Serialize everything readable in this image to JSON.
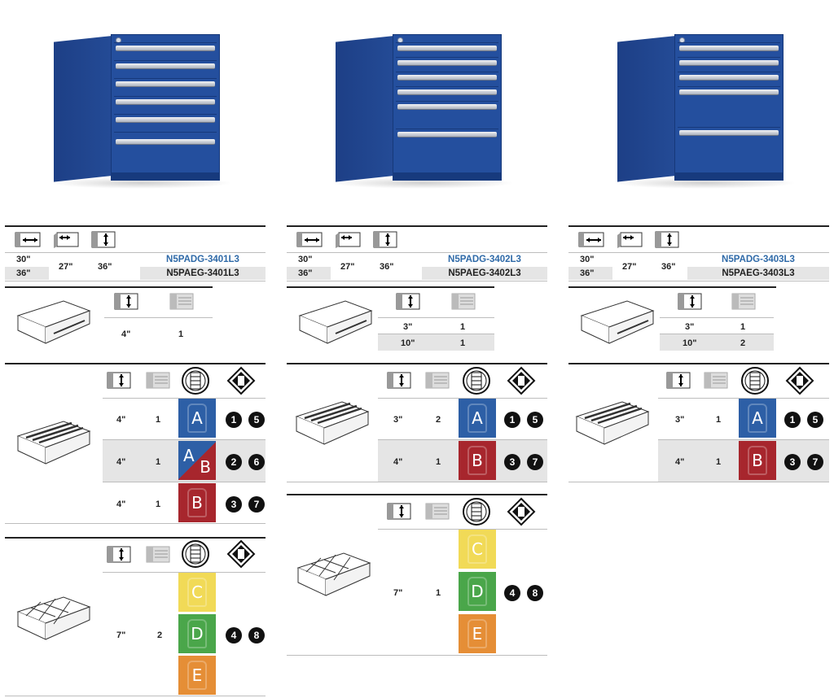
{
  "columns": [
    {
      "dims": {
        "w1": "30\"",
        "w2": "36\"",
        "d": "27\"",
        "h": "36\""
      },
      "part_primary": "N5PADG-3401L3",
      "part_secondary": "N5PAEG-3401L3",
      "drawer_table": {
        "rows": [
          {
            "height": "4\"",
            "qty": "1"
          }
        ]
      },
      "tray_blocks": [
        {
          "rows": [
            {
              "height": "4\"",
              "qty": "1",
              "tiles": [
                {
                  "color": "blue",
                  "letter": "A"
                }
              ],
              "nums": [
                "1",
                "5"
              ]
            },
            {
              "height": "4\"",
              "qty": "1",
              "tiles": [
                {
                  "color": "split",
                  "letter": "A",
                  "letter2": "B"
                }
              ],
              "nums": [
                "2",
                "6"
              ]
            },
            {
              "height": "4\"",
              "qty": "1",
              "tiles": [
                {
                  "color": "red",
                  "letter": "B"
                }
              ],
              "nums": [
                "3",
                "7"
              ]
            }
          ]
        },
        {
          "rows": [
            {
              "height": "7\"",
              "qty": "2",
              "tiles": [
                {
                  "color": "yellow",
                  "letter": "C"
                },
                {
                  "color": "green",
                  "letter": "D"
                },
                {
                  "color": "orange",
                  "letter": "E"
                }
              ],
              "nums": [
                "4",
                "8"
              ]
            }
          ]
        }
      ]
    },
    {
      "dims": {
        "w1": "30\"",
        "w2": "36\"",
        "d": "27\"",
        "h": "36\""
      },
      "part_primary": "N5PADG-3402L3",
      "part_secondary": "N5PAEG-3402L3",
      "drawer_table": {
        "rows": [
          {
            "height": "3\"",
            "qty": "1"
          },
          {
            "height": "10\"",
            "qty": "1"
          }
        ]
      },
      "tray_blocks": [
        {
          "rows": [
            {
              "height": "3\"",
              "qty": "2",
              "tiles": [
                {
                  "color": "blue",
                  "letter": "A"
                }
              ],
              "nums": [
                "1",
                "5"
              ]
            },
            {
              "height": "4\"",
              "qty": "1",
              "tiles": [
                {
                  "color": "red",
                  "letter": "B"
                }
              ],
              "nums": [
                "3",
                "7"
              ]
            }
          ]
        },
        {
          "rows": [
            {
              "height": "7\"",
              "qty": "1",
              "tiles": [
                {
                  "color": "yellow",
                  "letter": "C"
                },
                {
                  "color": "green",
                  "letter": "D"
                },
                {
                  "color": "orange",
                  "letter": "E"
                }
              ],
              "nums": [
                "4",
                "8"
              ]
            }
          ]
        }
      ]
    },
    {
      "dims": {
        "w1": "30\"",
        "w2": "36\"",
        "d": "27\"",
        "h": "36\""
      },
      "part_primary": "N5PADG-3403L3",
      "part_secondary": "N5PAEG-3403L3",
      "drawer_table": {
        "rows": [
          {
            "height": "3\"",
            "qty": "1"
          },
          {
            "height": "10\"",
            "qty": "2"
          }
        ]
      },
      "tray_blocks": [
        {
          "rows": [
            {
              "height": "3\"",
              "qty": "1",
              "tiles": [
                {
                  "color": "blue",
                  "letter": "A"
                }
              ],
              "nums": [
                "1",
                "5"
              ]
            },
            {
              "height": "4\"",
              "qty": "1",
              "tiles": [
                {
                  "color": "red",
                  "letter": "B"
                }
              ],
              "nums": [
                "3",
                "7"
              ]
            }
          ]
        }
      ]
    }
  ],
  "colors": {
    "cabinet_blue": "#244f9e",
    "part_blue": "#2f6aa8",
    "tile_blue": "#2d5fa6",
    "tile_red": "#a7262d",
    "tile_yellow": "#f1da57",
    "tile_green": "#4aa64a",
    "tile_orange": "#e58e36"
  },
  "icons": [
    "width-icon",
    "depth-icon",
    "height-icon",
    "drawer-stack-icon",
    "bin-icon",
    "bin-diamond-icon"
  ]
}
